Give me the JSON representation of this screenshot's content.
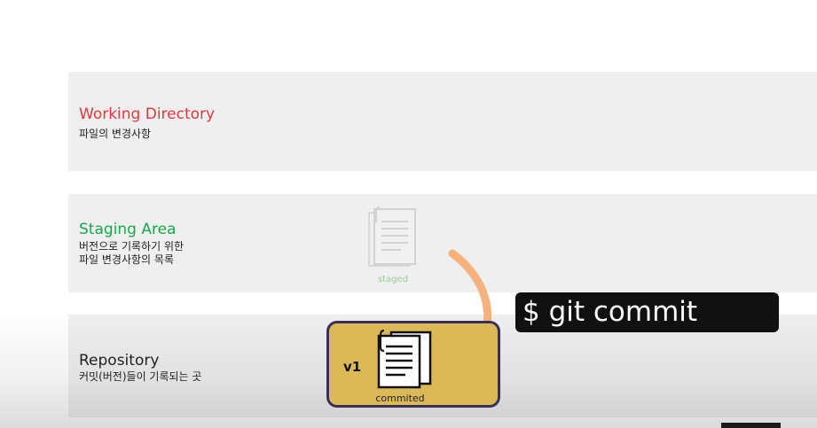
{
  "colors": {
    "working_directory": "#e8363b",
    "staging_area": "#18a84a",
    "repository": "#222222",
    "commit_box_fill": "#dcb957",
    "commit_box_border": "#3a2f5a",
    "arrow": "#f5b27d",
    "terminal_bg": "#111111"
  },
  "sections": {
    "working_directory": {
      "title": "Working Directory",
      "description": "파일의 변경사항"
    },
    "staging_area": {
      "title": "Staging Area",
      "description_line1": "버전으로 기록하기 위한",
      "description_line2": "파일 변경사항의 목록"
    },
    "repository": {
      "title": "Repository",
      "description": "커밋(버전)들이 기록되는 곳"
    }
  },
  "staged_item": {
    "icon": "document-icon",
    "label": "staged"
  },
  "committed_item": {
    "version": "v1",
    "icon": "document-icon",
    "label": "commited"
  },
  "command": {
    "text": "$ git commit"
  }
}
